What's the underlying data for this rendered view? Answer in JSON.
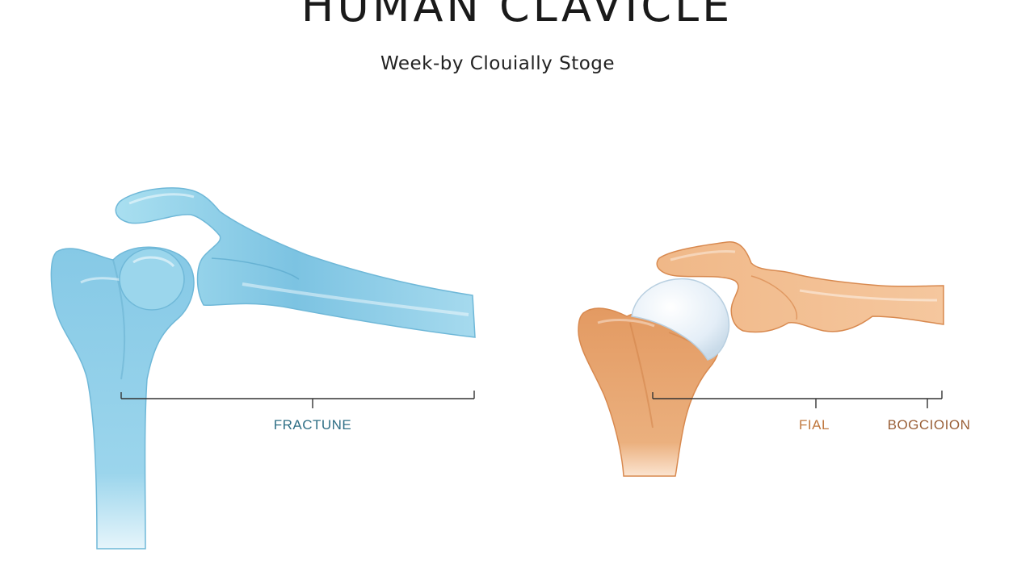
{
  "title": "HUMAN CLAVICLE",
  "subtitle": "Week-by Clouially Stoge",
  "labels": {
    "fracture": "FRACTUNE",
    "final": "FIAL",
    "bogcosion": "BOGCIOION"
  },
  "colors": {
    "bone_blue": "#8fd0e8",
    "bone_orange": "#e8a06a",
    "bracket": "#333333",
    "label_blue": "#2f6f86",
    "label_orange": "#c0783e",
    "label_brown": "#9a6038",
    "cartilage": "#e2eef8"
  }
}
